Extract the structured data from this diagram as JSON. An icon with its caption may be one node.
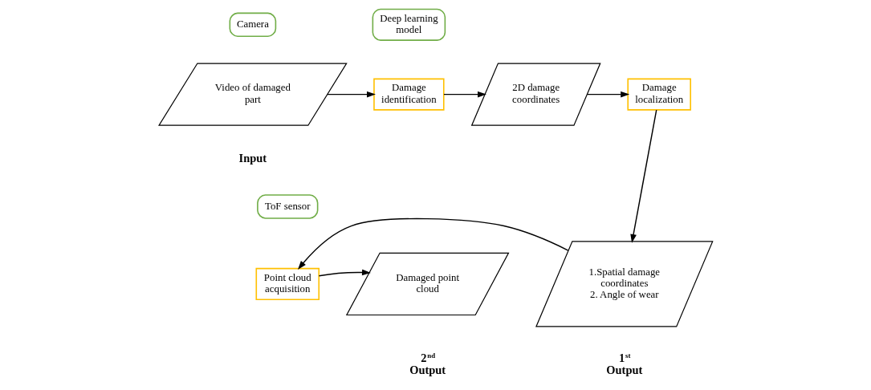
{
  "diagram": {
    "nodes": [
      {
        "text": [
          "Camera"
        ]
      },
      {
        "text": [
          "Video of damaged part"
        ]
      },
      {
        "text": [
          "Deep learning model"
        ]
      },
      {
        "text": [
          "Damage identification"
        ]
      },
      {
        "text": [
          "2D damage coordinates"
        ]
      },
      {
        "text": [
          "Damage localization"
        ]
      },
      {
        "text": [
          "ToF sensor"
        ]
      },
      {
        "text": [
          "1.Spatial damage coordinates",
          "2. Angle of wear"
        ]
      },
      {
        "text": [
          "Point cloud acquisition"
        ]
      },
      {
        "text": [
          "Damaged point cloud"
        ]
      }
    ],
    "edges": [
      {
        "from": 1,
        "to": 3,
        "arrow": "to"
      },
      {
        "from": 3,
        "to": 4,
        "arrow": "to"
      },
      {
        "from": 4,
        "to": 5,
        "arrow": "to"
      },
      {
        "from": 5,
        "to": 7,
        "arrow": "to"
      },
      {
        "from": 7,
        "to": 8,
        "arrow": "to"
      },
      {
        "from": 8,
        "to": 9,
        "arrow": "to"
      }
    ],
    "labels": [
      "Input",
      "2$^{nd}$ Output",
      "1$^{st}$ Output"
    ]
  }
}
